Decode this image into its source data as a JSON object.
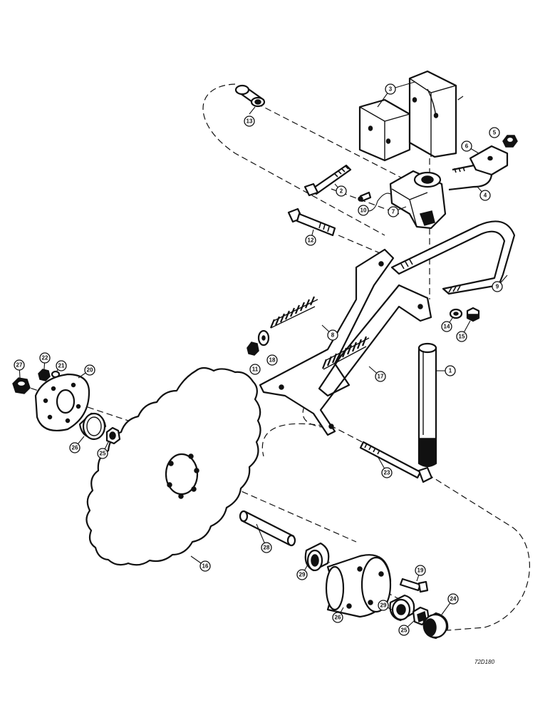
{
  "drawing_ref": "72D180",
  "callouts": [
    "1",
    "2",
    "3",
    "4",
    "5",
    "6",
    "7",
    "8",
    "9",
    "10",
    "11",
    "12",
    "13",
    "14",
    "15",
    "16",
    "17",
    "18",
    "19",
    "20",
    "21",
    "22",
    "23",
    "24",
    "25",
    "26",
    "27",
    "28",
    "29"
  ]
}
